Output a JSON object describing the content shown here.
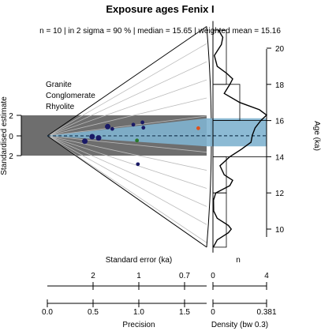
{
  "chart_data": {
    "type": "radial",
    "title": "Exposure ages Fenix I",
    "subtitle": "n = 10 | in 2 sigma = 90 % | median = 15.65 | weighted mean = 15.16",
    "ylabel_left": "Standardised estimate",
    "ylabel_right": "Age (ka)",
    "xlabel_top": "Standard error (ka)",
    "xlabel_bottom": "Precision",
    "density_label_top": "n",
    "density_label_bottom": "Density (bw 0.3)",
    "z_ticks": [
      "2",
      "0",
      "2"
    ],
    "age_ticks": [
      10,
      12,
      14,
      16,
      18,
      20
    ],
    "age_tick_labels": [
      "10",
      "12",
      "14",
      "16",
      "18",
      "20"
    ],
    "se_ticks": [
      "2",
      "1",
      "0.7"
    ],
    "precision_ticks": [
      "0.0",
      "0.5",
      "1.0",
      "1.5"
    ],
    "n_ticks": [
      "0",
      "4"
    ],
    "density_ticks": [
      "0",
      "0.381"
    ],
    "central_value": 15.16,
    "legend": [
      {
        "name": "Granite",
        "color": "#1a1a66"
      },
      {
        "name": "Conglomerate",
        "color": "#e0501a"
      },
      {
        "name": "Rhyolite",
        "color": "#2a7a2a"
      }
    ],
    "points": [
      {
        "group": "Granite",
        "precision": 0.66,
        "age": 16.5
      },
      {
        "group": "Granite",
        "precision": 0.71,
        "age": 16.1
      },
      {
        "group": "Granite",
        "precision": 0.94,
        "age": 16.3
      },
      {
        "group": "Granite",
        "precision": 1.04,
        "age": 16.4
      },
      {
        "group": "Granite",
        "precision": 1.05,
        "age": 15.9
      },
      {
        "group": "Granite",
        "precision": 0.49,
        "age": 15.0
      },
      {
        "group": "Granite",
        "precision": 0.56,
        "age": 14.8
      },
      {
        "group": "Granite",
        "precision": 0.41,
        "age": 13.9
      },
      {
        "group": "Granite",
        "precision": 0.99,
        "age": 12.4
      },
      {
        "group": "Conglomerate",
        "precision": 1.65,
        "age": 15.6
      },
      {
        "group": "Rhyolite",
        "precision": 0.98,
        "age": 14.7
      }
    ],
    "histogram_bins": [
      {
        "from": 9,
        "to": 12,
        "count": 1
      },
      {
        "from": 12,
        "to": 14,
        "count": 1
      },
      {
        "from": 14,
        "to": 16,
        "count": 4
      },
      {
        "from": 16,
        "to": 18,
        "count": 2
      },
      {
        "from": 18,
        "to": 21,
        "count": 1
      }
    ],
    "density_curve": [
      [
        9.0,
        0.002
      ],
      [
        9.4,
        0.03
      ],
      [
        9.8,
        0.11
      ],
      [
        10.0,
        0.13
      ],
      [
        10.2,
        0.11
      ],
      [
        10.6,
        0.03
      ],
      [
        11.0,
        0.005
      ],
      [
        11.6,
        0.004
      ],
      [
        12.0,
        0.02
      ],
      [
        12.4,
        0.12
      ],
      [
        12.7,
        0.14
      ],
      [
        13.0,
        0.08
      ],
      [
        13.5,
        0.05
      ],
      [
        14.0,
        0.12
      ],
      [
        14.4,
        0.2
      ],
      [
        14.8,
        0.27
      ],
      [
        15.2,
        0.28
      ],
      [
        15.6,
        0.3
      ],
      [
        16.0,
        0.34
      ],
      [
        16.3,
        0.381
      ],
      [
        16.6,
        0.33
      ],
      [
        17.0,
        0.19
      ],
      [
        17.5,
        0.08
      ],
      [
        18.0,
        0.12
      ],
      [
        18.3,
        0.14
      ],
      [
        18.6,
        0.1
      ],
      [
        19.0,
        0.03
      ],
      [
        19.6,
        0.01
      ],
      [
        20.2,
        0.06
      ],
      [
        20.6,
        0.07
      ],
      [
        21.0,
        0.04
      ]
    ]
  }
}
